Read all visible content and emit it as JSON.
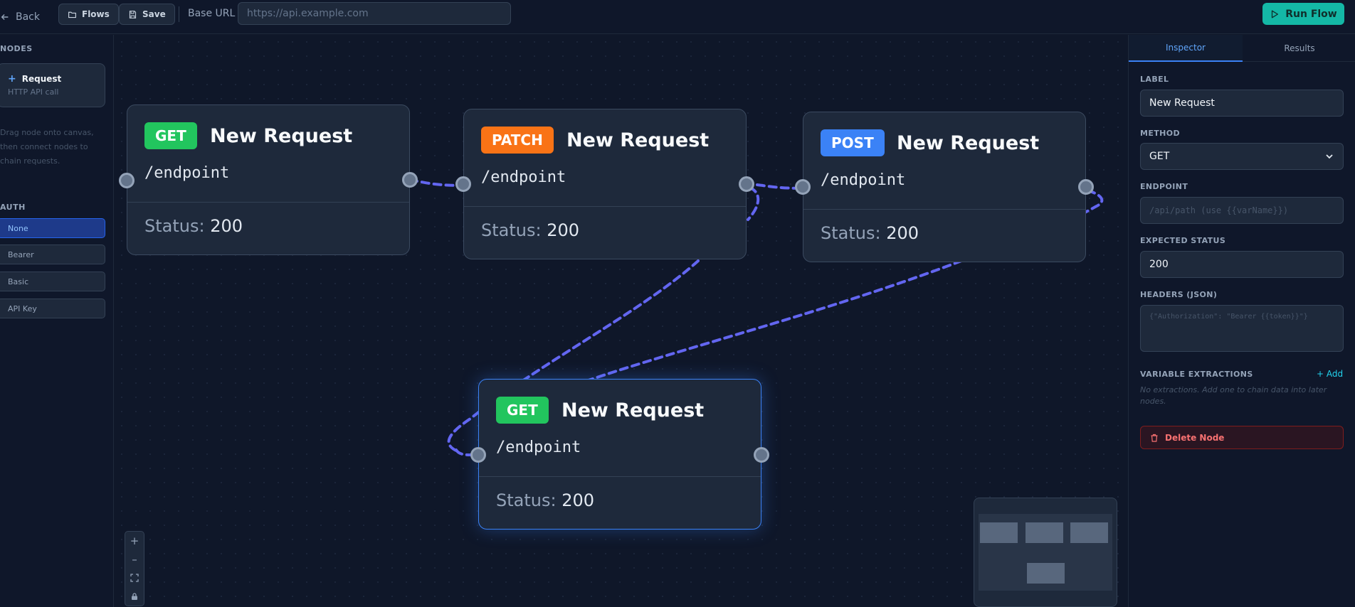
{
  "topbar": {
    "back_label": "Back",
    "flows_label": "Flows",
    "save_label": "Save",
    "base_url_label": "Base URL",
    "base_url_placeholder": "https://api.example.com",
    "run_label": "Run Flow"
  },
  "sidebar": {
    "nodes_heading": "NODES",
    "palette_title": "Request",
    "palette_subtitle": "HTTP API call",
    "hint": "Drag node onto canvas, then connect nodes to chain requests.",
    "auth_heading": "AUTH",
    "auth_options": [
      "None",
      "Bearer",
      "Basic",
      "API Key"
    ],
    "auth_selected": "None"
  },
  "canvas": {
    "nodes": [
      {
        "method": "GET",
        "title": "New Request",
        "endpoint": "/endpoint",
        "status_label": "Status:",
        "status": "200"
      },
      {
        "method": "PATCH",
        "title": "New Request",
        "endpoint": "/endpoint",
        "status_label": "Status:",
        "status": "200"
      },
      {
        "method": "POST",
        "title": "New Request",
        "endpoint": "/endpoint",
        "status_label": "Status:",
        "status": "200"
      },
      {
        "method": "GET",
        "title": "New Request",
        "endpoint": "/endpoint",
        "status_label": "Status:",
        "status": "200",
        "selected": true
      }
    ],
    "edge_color": "#6366f1",
    "controls": [
      "zoom-in",
      "zoom-out",
      "fit-view",
      "lock"
    ]
  },
  "inspector": {
    "tabs": [
      "Inspector",
      "Results"
    ],
    "active_tab": "Inspector",
    "label_heading": "LABEL",
    "label_value": "New Request",
    "method_heading": "METHOD",
    "method_value": "GET",
    "endpoint_heading": "ENDPOINT",
    "endpoint_placeholder": "/api/path  (use {{varName}})",
    "expected_status_heading": "EXPECTED STATUS",
    "expected_status_value": "200",
    "headers_heading": "HEADERS (JSON)",
    "headers_placeholder": "{\"Authorization\": \"Bearer {{token}}\"}",
    "extractions_heading": "VARIABLE EXTRACTIONS",
    "add_label": "+ Add",
    "no_extractions": "No extractions. Add one to chain data into later nodes.",
    "delete_label": "Delete Node"
  },
  "colors": {
    "accent": "#3b82f6",
    "run": "#14b8a6",
    "get": "#22c55e",
    "patch": "#f97316",
    "post": "#3b82f6",
    "danger": "#f87171"
  }
}
